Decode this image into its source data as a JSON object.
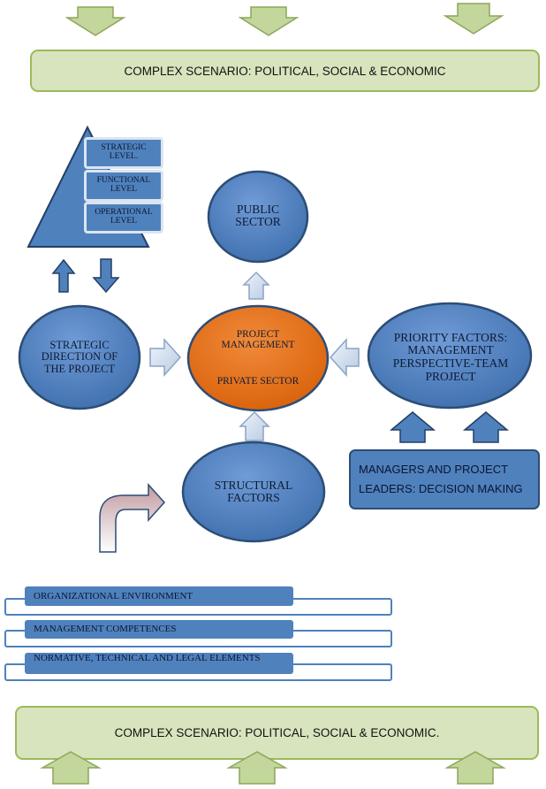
{
  "scenario_top": "COMPLEX SCENARIO: POLITICAL, SOCIAL & ECONOMIC",
  "scenario_bottom": "COMPLEX SCENARIO: POLITICAL, SOCIAL & ECONOMIC.",
  "pyramid_levels": [
    "STRATEGIC LEVEL.",
    "FUNCTIONAL LEVEL",
    "OPERATIONAL LEVEL"
  ],
  "public_sector": "PUBLIC SECTOR",
  "strategic_direction": "STRATEGIC DIRECTION OF THE PROJECT",
  "project_management": "PROJECT MANAGEMENT",
  "private_sector": "PRIVATE SECTOR",
  "priority_factors": "PRIORITY FACTORS: MANAGEMENT PERSPECTIVE-TEAM PROJECT",
  "managers_box": "MANAGERS AND PROJECT LEADERS: DECISION MAKING",
  "structural_factors": "STRUCTURAL FACTORS",
  "bars": [
    "ORGANIZATIONAL ENVIRONMENT",
    "MANAGEMENT COMPETENCES",
    "NORMATIVE, TECHNICAL AND LEGAL ELEMENTS"
  ],
  "colors": {
    "green_fill": "#d7e4bd",
    "green_stroke": "#9bbb59",
    "blue": "#4f81bd",
    "blue_dark": "#2c4d75",
    "orange": "#e36c0a"
  }
}
